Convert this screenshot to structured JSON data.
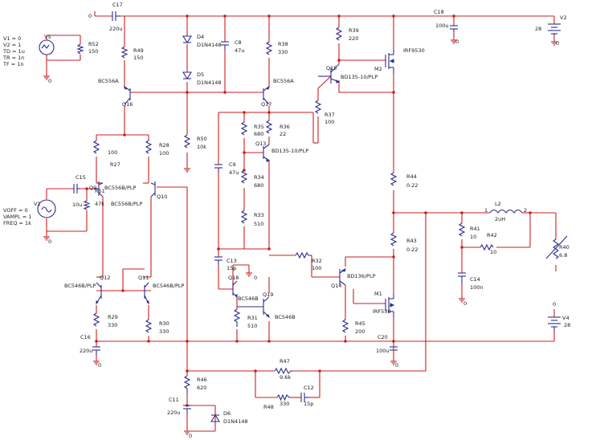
{
  "components": {
    "C17": {
      "ref": "C17",
      "value": "220u"
    },
    "C18": {
      "ref": "C18",
      "value": "100u"
    },
    "V2": {
      "ref": "V2",
      "value": "28"
    },
    "V5": {
      "ref": "V5",
      "params": [
        "V1 = 0",
        "V2 = 1",
        "TD = 1u",
        "TR = 1n",
        "TF = 1n"
      ]
    },
    "R52": {
      "ref": "R52",
      "value": "150"
    },
    "R49": {
      "ref": "R49",
      "value": "150"
    },
    "D4": {
      "ref": "D4",
      "value": "D1N4148"
    },
    "D5": {
      "ref": "D5",
      "value": "D1N4148"
    },
    "C8": {
      "ref": "C8",
      "value": "47u"
    },
    "R38": {
      "ref": "R38",
      "value": "330"
    },
    "R39": {
      "ref": "R39",
      "value": "220"
    },
    "M2": {
      "ref": "M2",
      "value": "IRF9530"
    },
    "Q15": {
      "ref": "Q15",
      "value": "BD135-10/PLP"
    },
    "Q16": {
      "ref": "Q16",
      "value": "BC556A"
    },
    "Q17": {
      "ref": "Q17",
      "value": "BC556A"
    },
    "R37": {
      "ref": "R37",
      "value": "100"
    },
    "R35": {
      "ref": "R35",
      "value": "680"
    },
    "R36": {
      "ref": "R36",
      "value": "22"
    },
    "Q13": {
      "ref": "Q13",
      "value": "BD135-10/PLP"
    },
    "R50": {
      "ref": "R50",
      "value": "10k"
    },
    "R27": {
      "ref": "R27",
      "value": "100"
    },
    "R28": {
      "ref": "R28",
      "value": "100"
    },
    "C9": {
      "ref": "C9",
      "value": "47u"
    },
    "R34": {
      "ref": "R34",
      "value": "680"
    },
    "R44": {
      "ref": "R44",
      "value": "0.22"
    },
    "C15": {
      "ref": "C15",
      "value": ""
    },
    "RS1": {
      "ref": "RS1",
      "value": "47k"
    },
    "C_in": {
      "ref": "",
      "value": "10u"
    },
    "Q9": {
      "ref": "Q9",
      "value": "BC556B/PLP"
    },
    "Q10": {
      "ref": "Q10",
      "value": "BC556B/PLP"
    },
    "V1": {
      "ref": "V1",
      "params": [
        "VOFF = 0",
        "VAMPL = 1",
        "FREQ = 1k"
      ]
    },
    "R33": {
      "ref": "R33",
      "value": "510"
    },
    "L2": {
      "ref": "L2",
      "value": "2uH"
    },
    "R41": {
      "ref": "R41",
      "value": "10"
    },
    "R42": {
      "ref": "R42",
      "value": "10"
    },
    "R40": {
      "ref": "R40",
      "value": "6.8"
    },
    "R43": {
      "ref": "R43",
      "value": "0.22"
    },
    "C13": {
      "ref": "C13",
      "value": "15p"
    },
    "R32": {
      "ref": "R32",
      "value": "100"
    },
    "Q14": {
      "ref": "Q14",
      "value": "BD136/PLP"
    },
    "C14": {
      "ref": "C14",
      "value": "100n"
    },
    "Q12": {
      "ref": "Q12",
      "value": "BC546B/PLP"
    },
    "Q11": {
      "ref": "Q11",
      "value": "BC546B/PLP"
    },
    "Q18": {
      "ref": "Q18",
      "value": "BC546B"
    },
    "Q19": {
      "ref": "Q19",
      "value": "BC546B"
    },
    "M1": {
      "ref": "M1",
      "value": "IRF530"
    },
    "R29": {
      "ref": "R29",
      "value": "330"
    },
    "R30": {
      "ref": "R30",
      "value": "330"
    },
    "R31": {
      "ref": "R31",
      "value": "510"
    },
    "R45": {
      "ref": "R45",
      "value": "200"
    },
    "V4": {
      "ref": "V4",
      "value": "28"
    },
    "C16": {
      "ref": "C16",
      "value": "220u"
    },
    "C20": {
      "ref": "C20",
      "value": "100u"
    },
    "R47": {
      "ref": "R47",
      "value": "9.6k"
    },
    "R46": {
      "ref": "R46",
      "value": "620"
    },
    "C12": {
      "ref": "C12",
      "value": "15p"
    },
    "R48": {
      "ref": "R48",
      "value": "330"
    },
    "C11": {
      "ref": "C11",
      "value": "220u"
    },
    "D6": {
      "ref": "D6",
      "value": "D1N4148"
    }
  },
  "ground_labels": [
    "0"
  ],
  "node_labels": {
    "top_left": "0",
    "l2_pin1": "1",
    "l2_pin2": "2",
    "v4_plus": "0"
  },
  "colors": {
    "wire": "#cc1f1f",
    "part": "#2d2d8c",
    "text": "#1a1a1a"
  }
}
